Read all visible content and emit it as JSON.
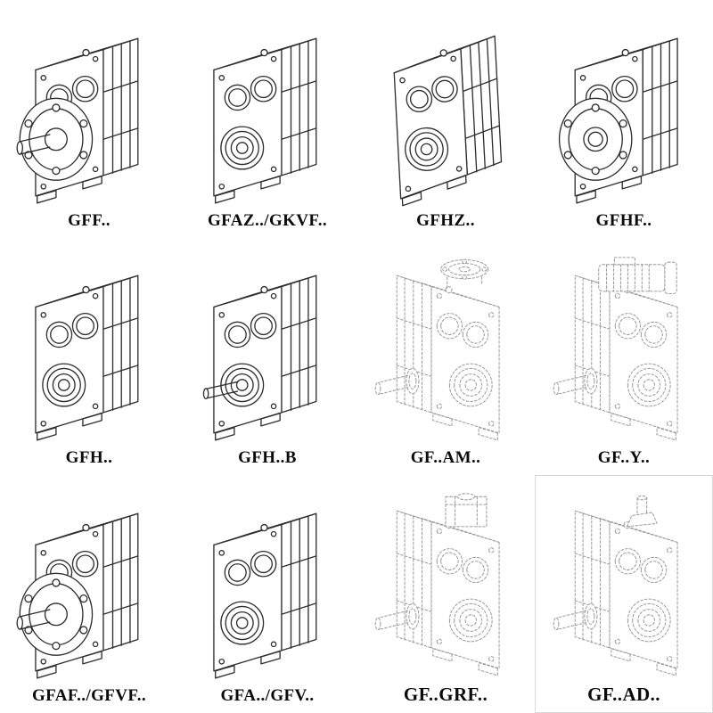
{
  "page": {
    "background": "#ffffff",
    "description": "Catalog sheet showing mounting variants of F-series parallel shaft helical gear reducers as isometric line drawings",
    "colors": {
      "ink": "#2e2e2e",
      "ghost_line": "#9e9e9e"
    }
  },
  "grid": {
    "rows": 3,
    "columns": 4,
    "items": [
      {
        "label": "GFF..",
        "illustration": "gearbox-with-output-flange-and-solid-shaft",
        "line_style": "solid"
      },
      {
        "label": "GFAZ../GKVF..",
        "illustration": "gearbox-hollow-output-shaft-front-view",
        "line_style": "solid"
      },
      {
        "label": "GFHZ..",
        "illustration": "gearbox-hollow-output-shaft-angled-view",
        "line_style": "solid"
      },
      {
        "label": "GFHF..",
        "illustration": "gearbox-with-output-flange-hollow-shaft",
        "line_style": "solid"
      },
      {
        "label": "GFH..",
        "illustration": "gearbox-hollow-output-shaft-front-view",
        "line_style": "solid"
      },
      {
        "label": "GFH..B",
        "illustration": "gearbox-hollow-shaft-with-stub-end",
        "line_style": "solid"
      },
      {
        "label": "GF..AM..",
        "illustration": "gearbox-with-iec-motor-adapter-flange-on-top",
        "line_style": "dashed"
      },
      {
        "label": "GF..Y..",
        "illustration": "gearbox-with-mounted-motor-on-top",
        "line_style": "dashed"
      },
      {
        "label": "GFAF../GFVF..",
        "illustration": "gearbox-with-output-flange-and-solid-shaft",
        "line_style": "solid"
      },
      {
        "label": "GFA../GFV..",
        "illustration": "gearbox-hollow-output-shaft-front-view",
        "line_style": "solid"
      },
      {
        "label": "GF..GRF..",
        "illustration": "gearbox-with-input-adapter-housing-on-top",
        "line_style": "dashed"
      },
      {
        "label": "GF..AD..",
        "illustration": "gearbox-with-free-input-shaft-on-top",
        "line_style": "dashed"
      }
    ]
  }
}
